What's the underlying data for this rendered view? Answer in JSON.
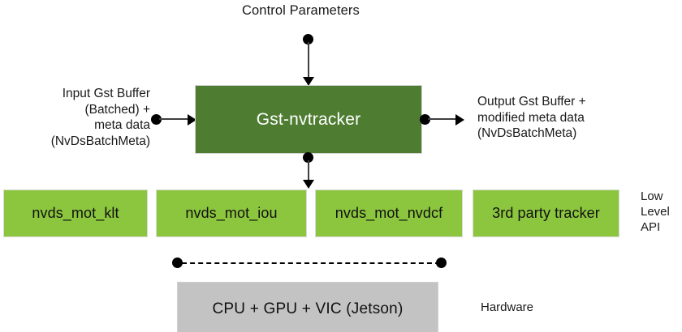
{
  "diagram": {
    "title_top": "Control Parameters",
    "main_block": {
      "label": "Gst-nvtracker",
      "fill": "#4e7d32"
    },
    "input_label": "Input Gst Buffer\n(Batched) +\nmeta data\n(NvDsBatchMeta)",
    "output_label": "Output Gst Buffer +\nmodified meta data\n(NvDsBatchMeta)",
    "low_level_blocks": [
      {
        "label": "nvds_mot_klt"
      },
      {
        "label": "nvds_mot_iou"
      },
      {
        "label": "nvds_mot_nvdcf"
      },
      {
        "label": "3rd party tracker"
      }
    ],
    "low_level_fill": "#8cc63e",
    "low_level_api_note": "Low\nLevel\nAPI",
    "hardware_block": {
      "label": "CPU + GPU + VIC (Jetson)",
      "fill": "#c3c3c3"
    },
    "hardware_note": "Hardware"
  }
}
